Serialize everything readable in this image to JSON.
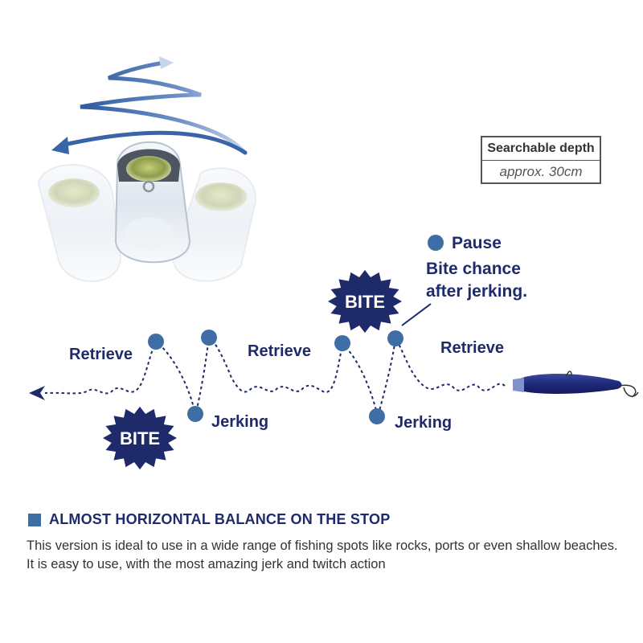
{
  "labels": {
    "retrieve_1": "Retrieve",
    "retrieve_2": "Retrieve",
    "retrieve_3": "Retrieve",
    "jerking_1": "Jerking",
    "jerking_2": "Jerking",
    "pause": "Pause",
    "bite_chance_line1": "Bite chance",
    "bite_chance_line2": "after jerking.",
    "bite_1": "BITE",
    "bite_2": "BITE"
  },
  "depth_box": {
    "title": "Searchable depth",
    "value": "approx. 30cm"
  },
  "section": {
    "heading": "ALMOST HORIZONTAL BALANCE ON THE STOP",
    "description": "This version is ideal to use in a wide range of fishing spots like rocks, ports or even shallow beaches. It is easy to use, with the most amazing jerk and twitch action"
  },
  "colors": {
    "navy": "#1f2a6b",
    "dot": "#3f6ea4",
    "lure": "#1e2a7a",
    "swirl": "#3a64a8"
  },
  "icons": {
    "top_left": "rolling-lure-illustration",
    "lure": "fishing-lure-icon",
    "arrow": "arrow-left-icon",
    "bite": "burst-badge"
  }
}
